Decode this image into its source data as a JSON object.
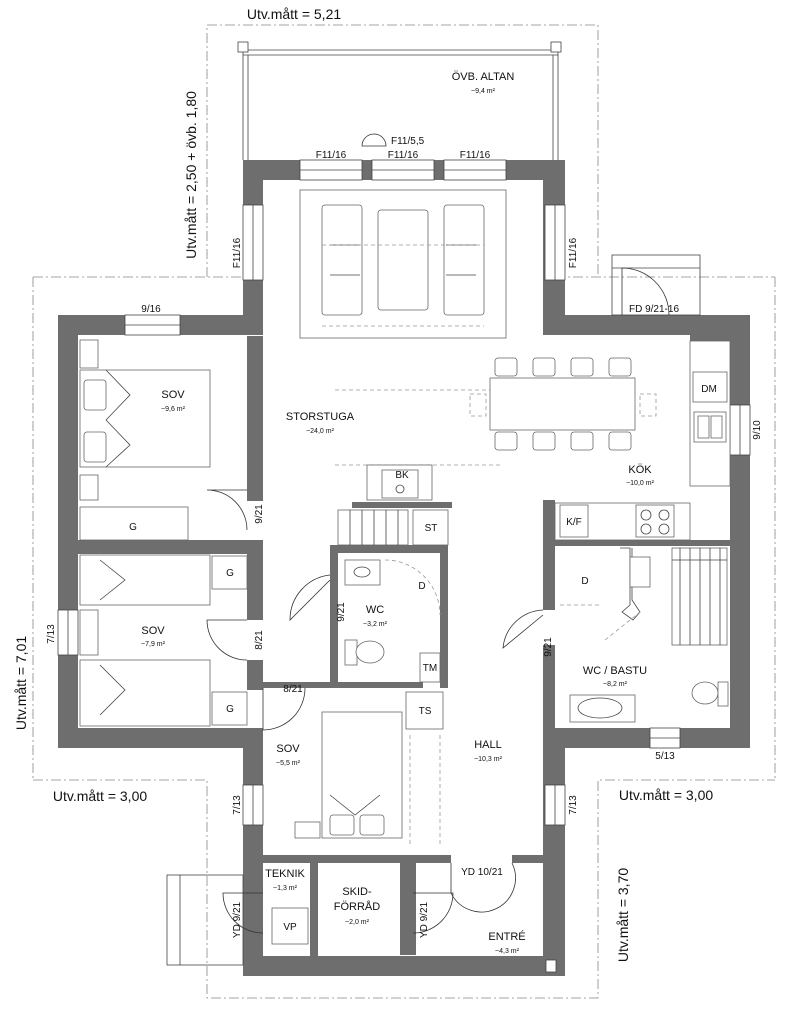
{
  "dimensions": {
    "top": "Utv.mått = 5,21",
    "left_top": "Utv.mått = 2,50 + övb. 1,80",
    "left_mid": "Utv.mått = 7,01",
    "bottom_left": "Utv.mått = 3,00",
    "bottom_right": "Utv.mått = 3,00",
    "right_bottom": "Utv.mått = 3,70"
  },
  "rooms": {
    "altan": {
      "name": "ÖVB. ALTAN",
      "area": "~9,4 m²"
    },
    "storstuga": {
      "name": "STORSTUGA",
      "area": "~24,0 m²"
    },
    "sov1": {
      "name": "SOV",
      "area": "~9,6 m²"
    },
    "sov2": {
      "name": "SOV",
      "area": "~7,9 m²"
    },
    "sov3": {
      "name": "SOV",
      "area": "~5,5 m²"
    },
    "kok": {
      "name": "KÖK",
      "area": "~10,0 m²"
    },
    "wc": {
      "name": "WC",
      "area": "~3,2 m²"
    },
    "wcbastu": {
      "name": "WC / BASTU",
      "area": "~8,2 m²"
    },
    "hall": {
      "name": "HALL",
      "area": "~10,3 m²"
    },
    "teknik": {
      "name": "TEKNIK",
      "area": "~1,3 m²"
    },
    "skid1": "SKID-",
    "skid2": "FÖRRÅD",
    "skid_area": "~2,0 m²",
    "entre": {
      "name": "ENTRÉ",
      "area": "~4,3 m²"
    }
  },
  "labels": {
    "f11_55": "F11/5,5",
    "f11_16": "F11/16",
    "f9_16": "9/16",
    "fd": "FD 9/21-16",
    "f9_10": "9/10",
    "f7_13": "7/13",
    "f5_13": "5/13",
    "d9_21": "9/21",
    "d8_21": "8/21",
    "yd10": "YD 10/21",
    "yd9": "YD 9/21",
    "bk": "BK",
    "dm": "DM",
    "st": "ST",
    "kf": "K/F",
    "d": "D",
    "tm": "TM",
    "ts": "TS",
    "g": "G",
    "vp": "VP"
  }
}
